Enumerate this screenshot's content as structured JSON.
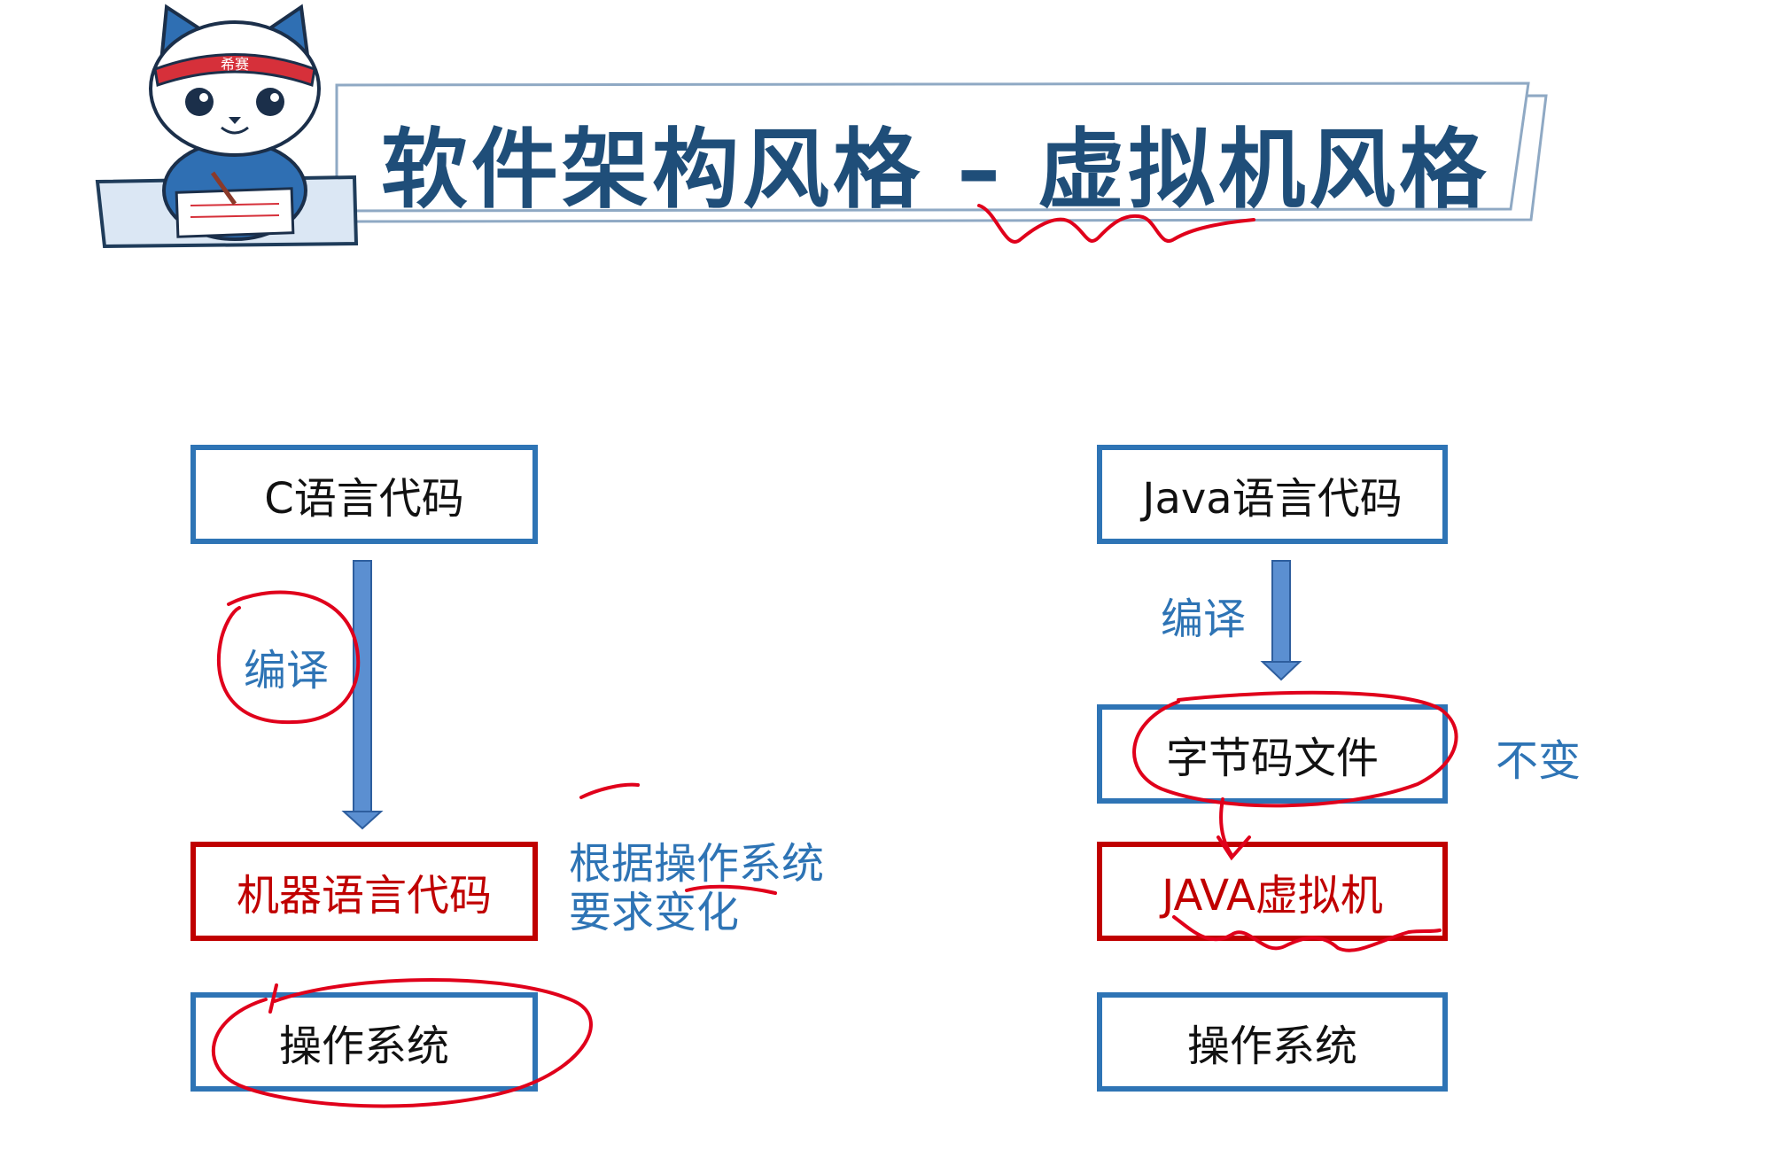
{
  "title": {
    "part1": "软件架构风格",
    "dash": "–",
    "part2": "虚拟机风格"
  },
  "mascot": {
    "headband_text": "希赛"
  },
  "left_column": {
    "top_box": "C语言代码",
    "arrow_label": "编译",
    "middle_box": "机器语言代码",
    "bottom_box": "操作系统",
    "note_line1": "根据操作系统",
    "note_line2": "要求变化"
  },
  "right_column": {
    "top_box": "Java语言代码",
    "arrow_label": "编译",
    "bytecode_box": "字节码文件",
    "bytecode_note": "不变",
    "vm_box": "JAVA虚拟机",
    "bottom_box": "操作系统"
  },
  "colors": {
    "box_border": "#2e74b5",
    "highlight_border": "#c00000",
    "title": "#1f4e79",
    "annotation": "#e0001b",
    "arrow": "#5b8fd1"
  }
}
